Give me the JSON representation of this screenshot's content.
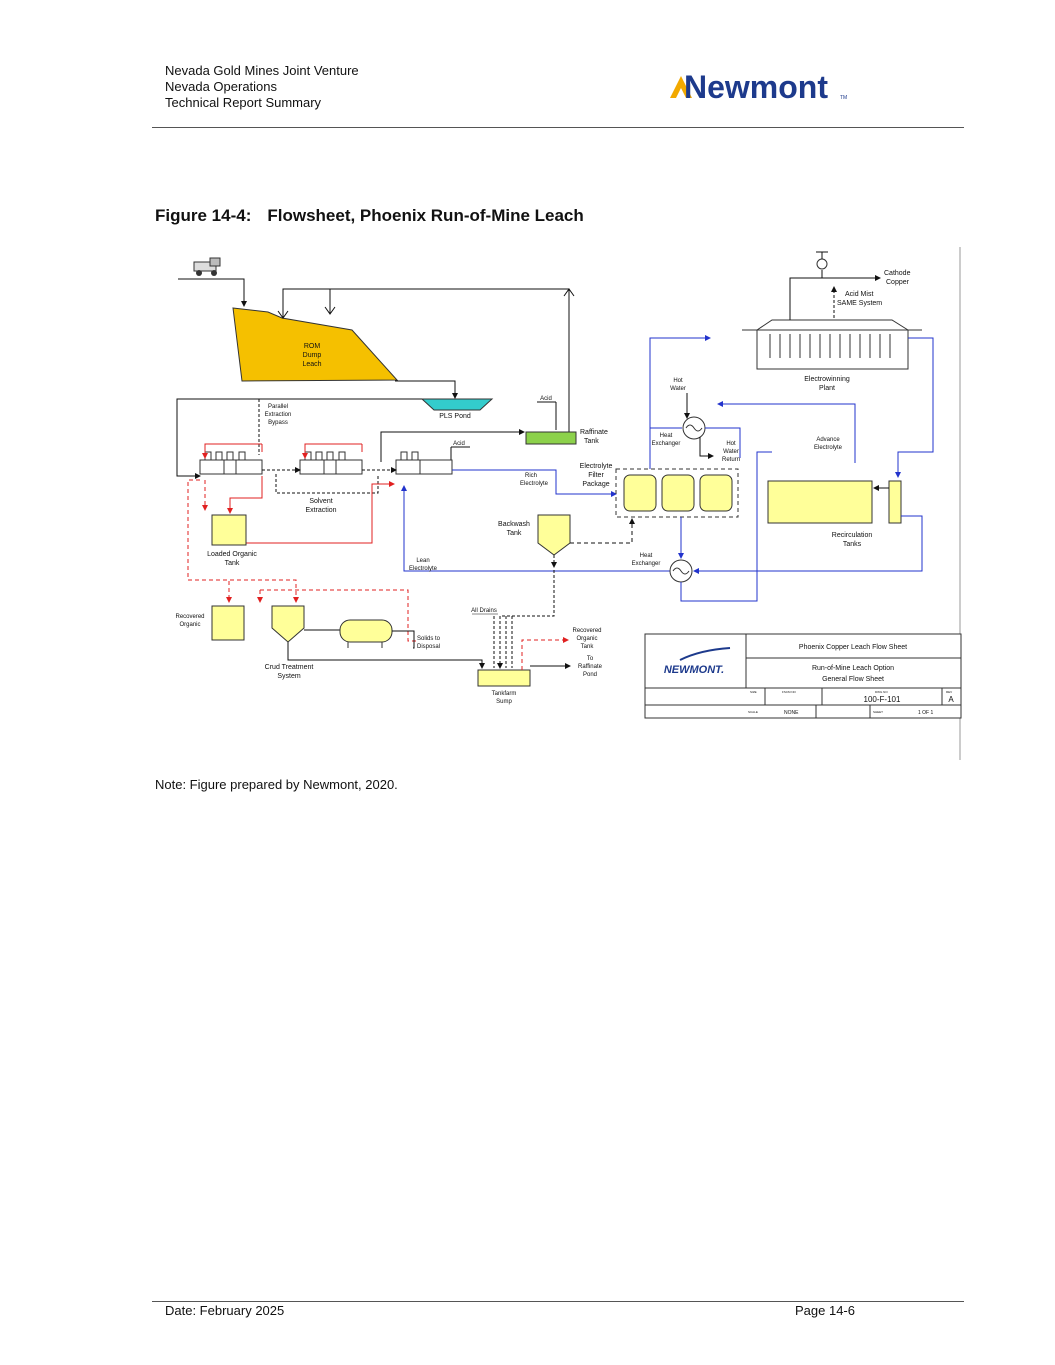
{
  "header": {
    "line1": "Nevada Gold Mines Joint Venture",
    "line2": "Nevada Operations",
    "line3": "Technical Report Summary",
    "logo_text": "Newmont",
    "logo_tm": "TM",
    "colors": {
      "logo_blue": "#1d3a8c",
      "logo_gold": "#f2a900"
    }
  },
  "figure": {
    "number": "Figure 14-4:",
    "title": "Flowsheet, Phoenix Run-of-Mine Leach"
  },
  "diagram": {
    "rom_dump_leach": [
      "ROM",
      "Dump",
      "Leach"
    ],
    "parallel_bypass": [
      "Parallel",
      "Extraction",
      "Bypass"
    ],
    "pls_pond": "PLS Pond",
    "acid": "Acid",
    "raffinate_tank": [
      "Raffinate",
      "Tank"
    ],
    "acid2": "Acid",
    "solvent_extraction": [
      "Solvent",
      "Extraction"
    ],
    "rich_electrolyte": [
      "Rich",
      "Electrolyte"
    ],
    "electrolyte_filter": [
      "Electrolyte",
      "Filter",
      "Package"
    ],
    "loaded_organic": [
      "Loaded Organic",
      "Tank"
    ],
    "backwash_tank": [
      "Backwash",
      "Tank"
    ],
    "lean_electrolyte": [
      "Lean",
      "Electrolyte"
    ],
    "heat_exchanger_lower": [
      "Heat",
      "Exchanger"
    ],
    "heat_exchanger_upper": [
      "Heat",
      "Exchanger"
    ],
    "hot_water": [
      "Hot",
      "Water"
    ],
    "hot_water_return": [
      "Hot",
      "Water",
      "Return"
    ],
    "advance_electrolyte": [
      "Advance",
      "Electrolyte"
    ],
    "electrowinning_plant": [
      "Electrowinning",
      "Plant"
    ],
    "cathode_copper": [
      "Cathode",
      "Copper"
    ],
    "acid_mist": [
      "Acid Mist",
      "SAME System"
    ],
    "recirculation_tanks": [
      "Recirculation",
      "Tanks"
    ],
    "recovered_organic": [
      "Recovered",
      "Organic"
    ],
    "crud_treatment": [
      "Crud Treatment",
      "System"
    ],
    "solids_disposal": [
      "Solids to",
      "Disposal"
    ],
    "all_drains": "All Drains",
    "recovered_organic_tank": [
      "Recovered",
      "Organic",
      "Tank"
    ],
    "to_raffinate_pond": [
      "To",
      "Raffinate",
      "Pond"
    ],
    "tankfarm_sump": [
      "Tankfarm",
      "Sump"
    ],
    "colors": {
      "ore": "#f5c000",
      "tank_fill": "#ffff99",
      "raffinate": "#8cd14b",
      "pond": "#33cccc",
      "red_line": "#e02020",
      "blue_line": "#2233cc"
    }
  },
  "title_block": {
    "logo": "NEWMONT.",
    "title": "Phoenix Copper Leach Flow Sheet",
    "subtitle1": "Run-of-Mine Leach Option",
    "subtitle2": "General Flow Sheet",
    "size_label": "SIZE",
    "fscm_label": "FSCM NO",
    "dwg_label": "DWG NO",
    "rev_label": "REV",
    "dwg_no": "100-F-101",
    "rev": "A",
    "scale_label": "SCALE",
    "scale": "NONE",
    "sheet_label": "SHEET",
    "sheet": "1 OF 1"
  },
  "note": "Note:  Figure prepared by Newmont, 2020.",
  "footer": {
    "date": "Date:  February 2025",
    "page": "Page 14-6"
  }
}
